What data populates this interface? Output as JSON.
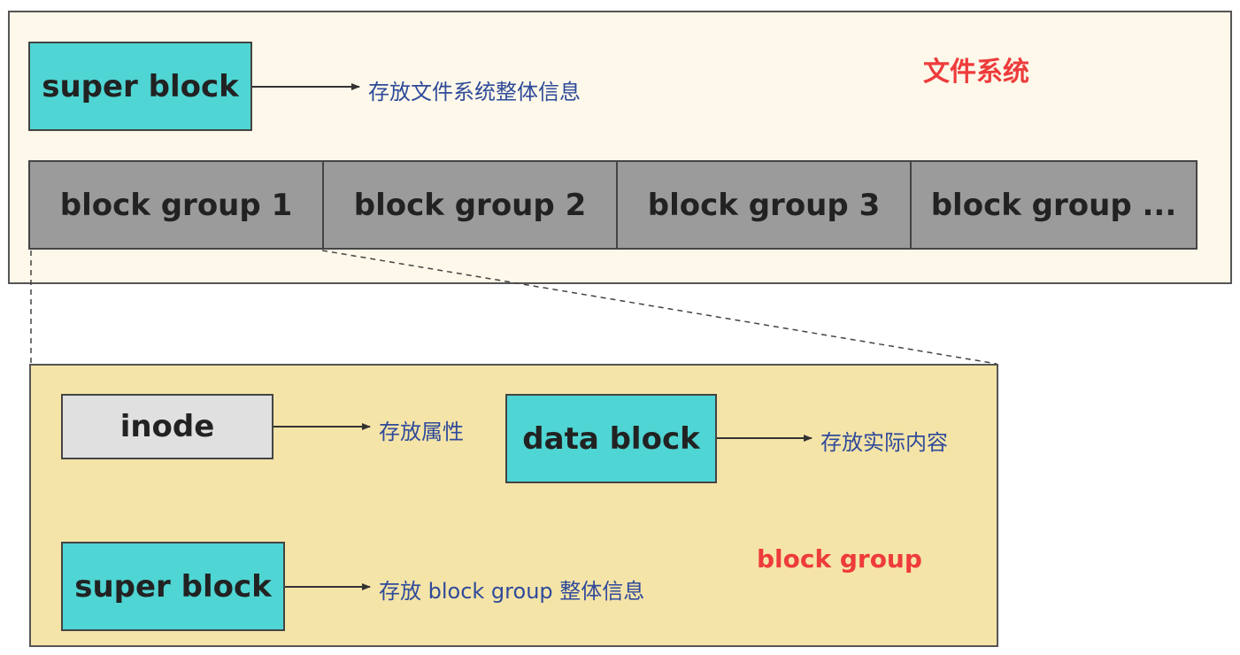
{
  "colors": {
    "fs_panel_bg": "#fdf8e9",
    "bg_panel_bg": "#f5e4a8",
    "cyan_box": "#4fd5d3",
    "gray_box": "#9b9b9b",
    "light_box": "#e0e0e0",
    "note_text": "#2f4a9a",
    "title_red": "#ee3b3b",
    "arrow": "#333333"
  },
  "file_system": {
    "title": "文件系统",
    "super_block": {
      "label": "super block",
      "note": "存放文件系统整体信息"
    },
    "block_groups": [
      "block group 1",
      "block group 2",
      "block group 3",
      "block group ..."
    ]
  },
  "block_group_detail": {
    "title": "block group",
    "inode": {
      "label": "inode",
      "note": "存放属性"
    },
    "data_block": {
      "label": "data block",
      "note": "存放实际内容"
    },
    "super_block": {
      "label": "super block",
      "note": "存放 block group 整体信息"
    }
  }
}
